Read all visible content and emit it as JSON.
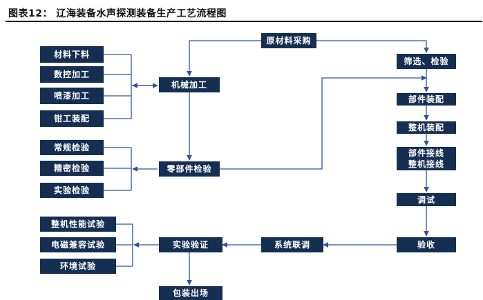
{
  "figure": {
    "title": "图表12：  辽海装备水声探测装备生产工艺流程图"
  },
  "nodes": {
    "material_cutting": "材料下料",
    "cnc_machining": "数控加工",
    "painting": "喷漆加工",
    "fitter_assembly": "钳工装配",
    "machining": "机械加工",
    "raw_material_purchase": "原材料采购",
    "screening_inspection": "筛选、检验",
    "parts_assembly": "部件装配",
    "machine_assembly": "整机装配",
    "wiring_line1": "部件接线",
    "wiring_line2": "整机接线",
    "routine_test": "常规检验",
    "precision_test": "精密检验",
    "experiment_test": "实验检验",
    "parts_inspection": "零部件检验",
    "debugging": "调试",
    "performance_test": "整机性能试验",
    "emc_test": "电磁兼容试验",
    "environment_test": "环境试验",
    "experiment_verification": "实验验证",
    "system_joint_debug": "系统联调",
    "acceptance": "验收",
    "packing_shipping": "包装出场"
  },
  "colors": {
    "box_fill": "#152f53",
    "box_text": "#ffffff",
    "arrow": "#2f5597"
  }
}
